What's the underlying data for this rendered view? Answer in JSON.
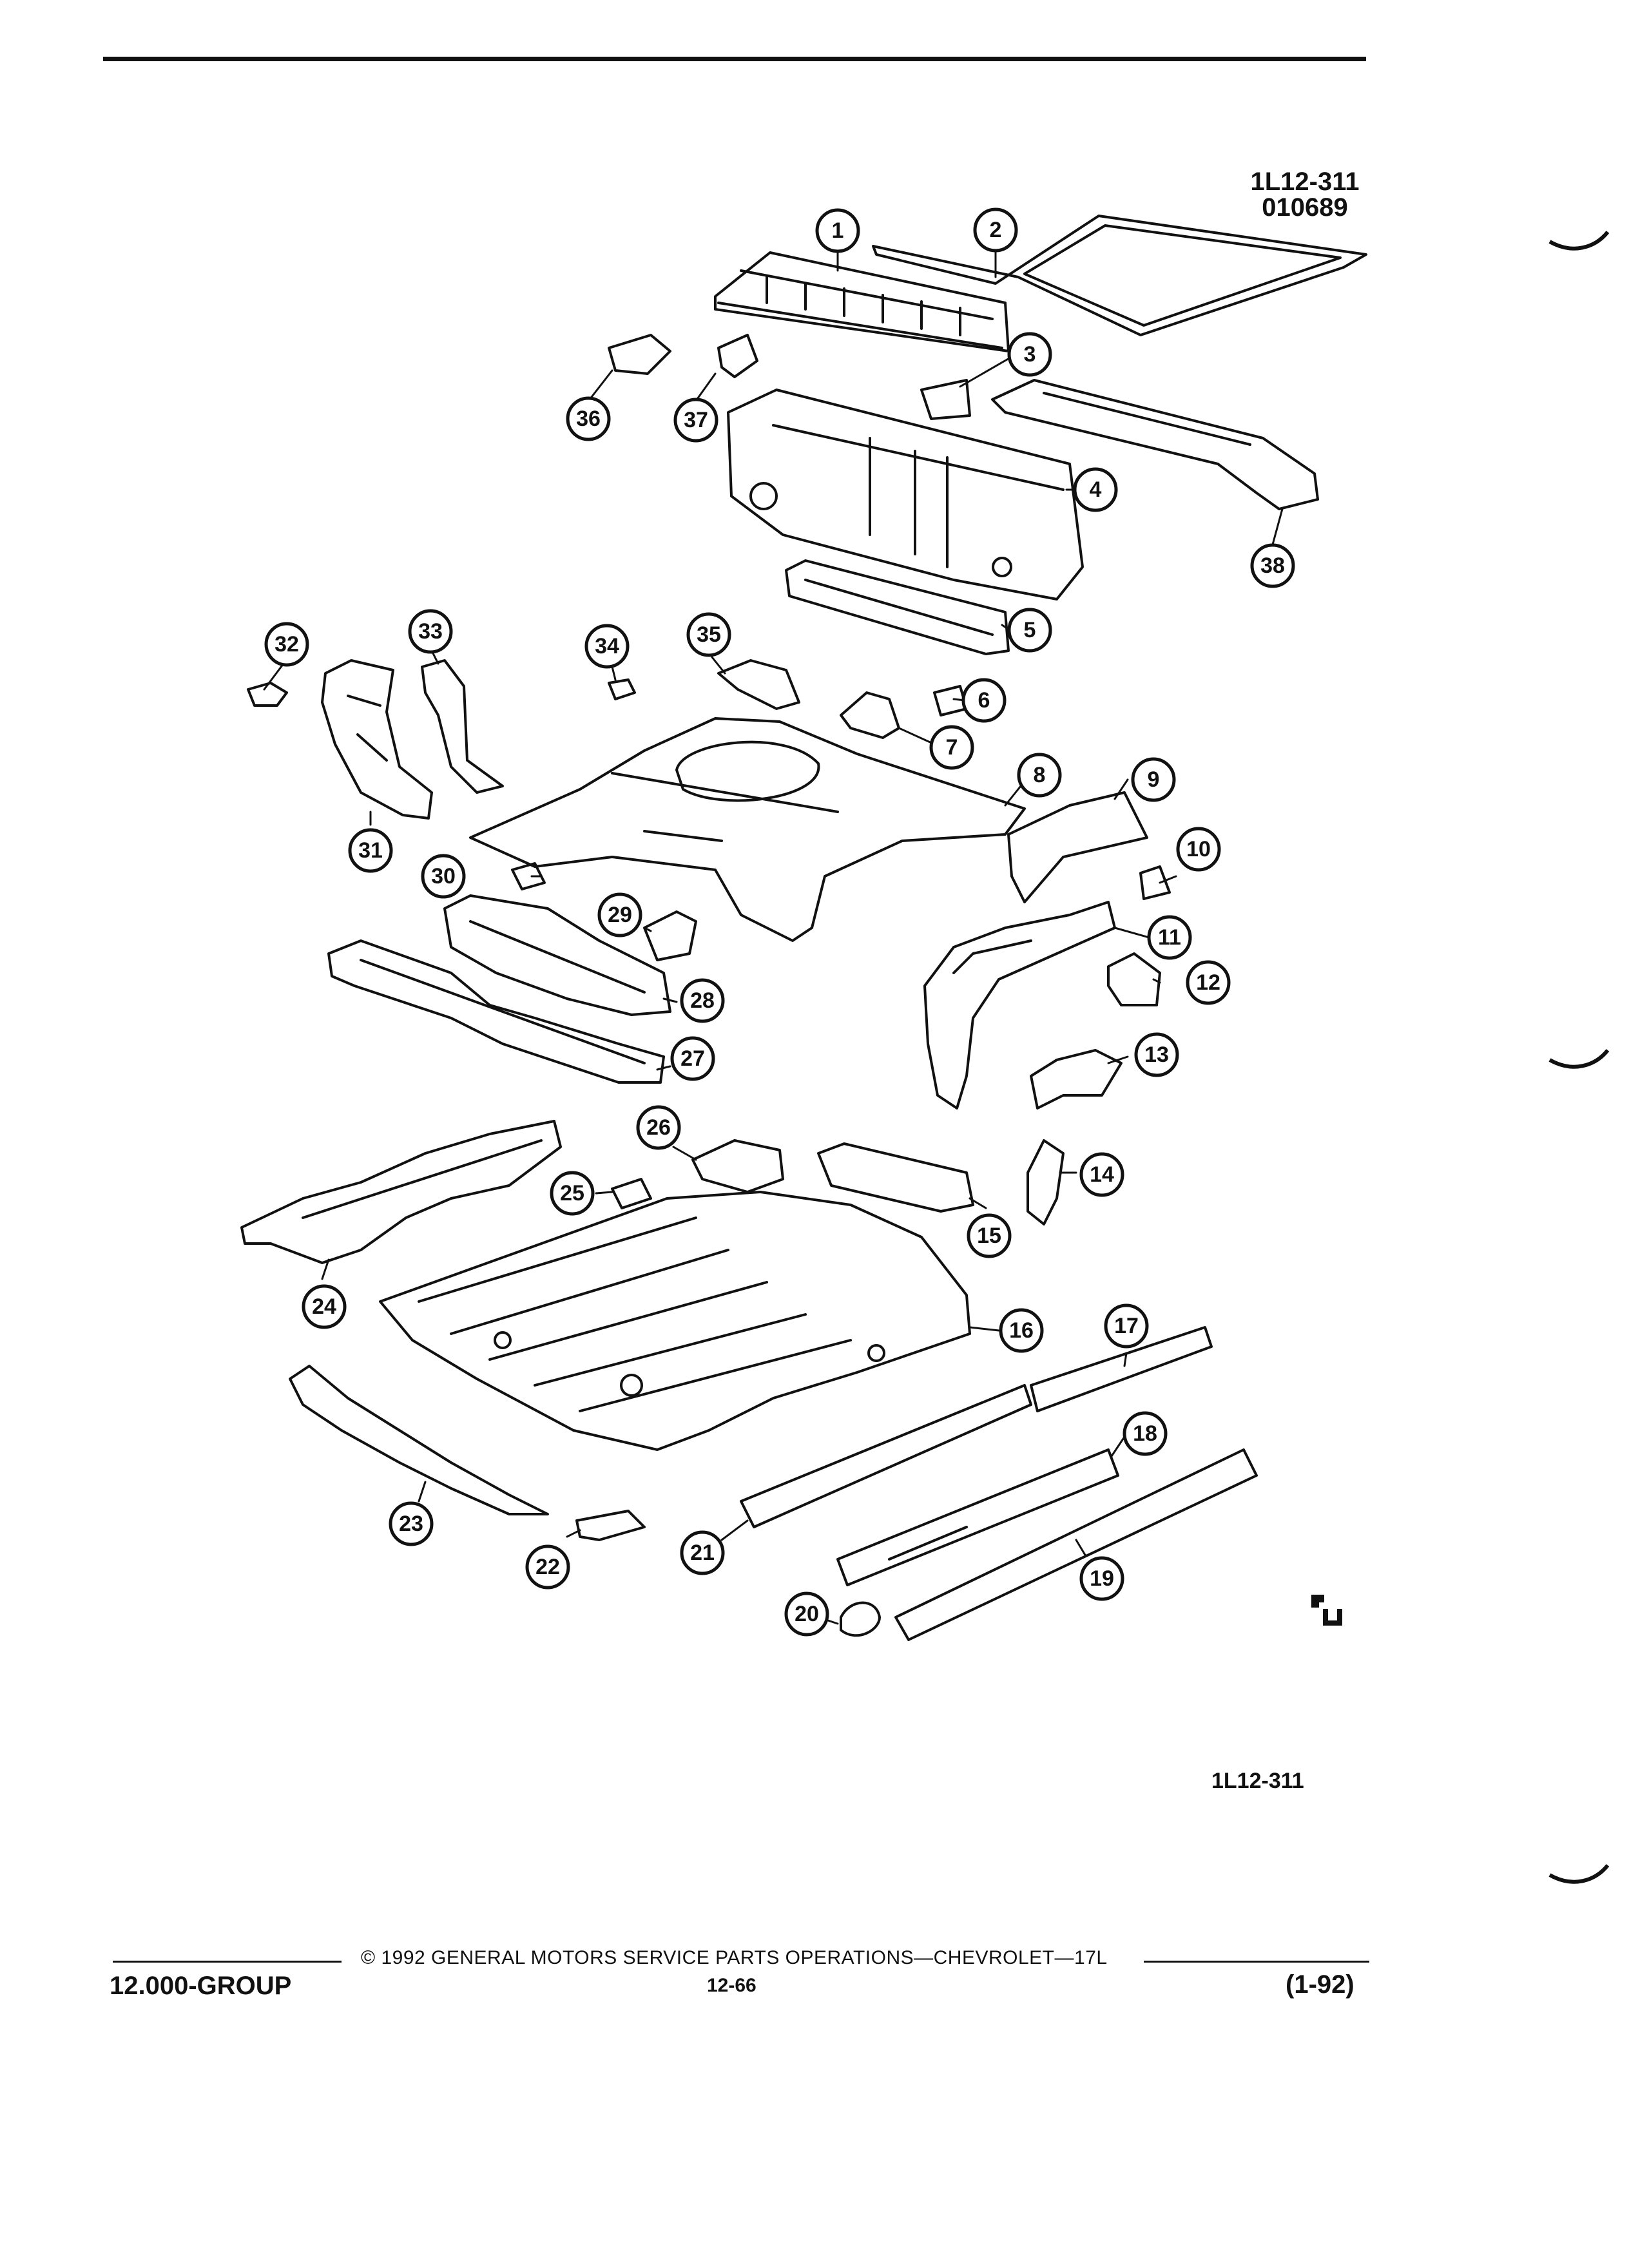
{
  "figure": {
    "id_top": "1L12-311",
    "code_top": "010689",
    "id_bottom": "1L12-311"
  },
  "callouts": [
    "1",
    "2",
    "3",
    "4",
    "5",
    "6",
    "7",
    "8",
    "9",
    "10",
    "11",
    "12",
    "13",
    "14",
    "15",
    "16",
    "17",
    "18",
    "19",
    "20",
    "21",
    "22",
    "23",
    "24",
    "25",
    "26",
    "27",
    "28",
    "29",
    "30",
    "31",
    "32",
    "33",
    "34",
    "35",
    "36",
    "37",
    "38"
  ],
  "footer": {
    "copyright_symbol": "©",
    "copyright": "1992  GENERAL MOTORS SERVICE PARTS OPERATIONS—CHEVROLET—17L",
    "page": "12-66",
    "group": "12.000-GROUP",
    "date": "(1-92)"
  },
  "colors": {
    "ink": "#111111",
    "paper": "#ffffff"
  }
}
